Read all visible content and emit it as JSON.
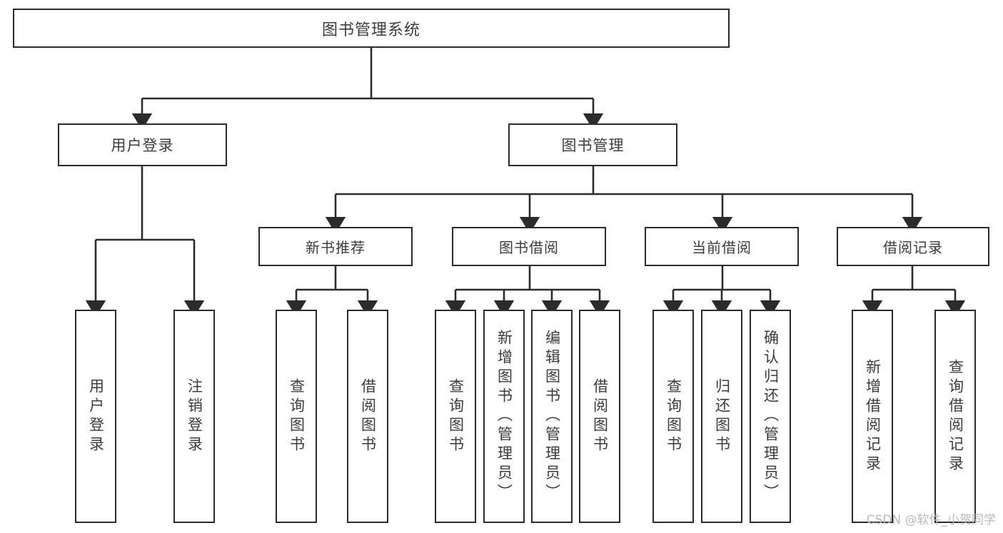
{
  "diagram": {
    "title": "图书管理系统",
    "type": "tree",
    "watermark": "CSDN @软件_小贺同学",
    "colors": {
      "stroke": "#2b2b2b",
      "text": "#3c3c3c",
      "background": "#ffffff",
      "watermark": "#b9b9b9"
    },
    "nodes": {
      "root": {
        "label": "图书管理系统",
        "level": 0
      },
      "l1": [
        {
          "id": "user-login",
          "label": "用户登录",
          "level": 1
        },
        {
          "id": "book-manage",
          "label": "图书管理",
          "level": 1
        }
      ],
      "l2": [
        {
          "id": "new-book-recommend",
          "label": "新书推荐",
          "level": 2,
          "parent": "book-manage"
        },
        {
          "id": "book-borrow",
          "label": "图书借阅",
          "level": 2,
          "parent": "book-manage"
        },
        {
          "id": "current-borrow",
          "label": "当前借阅",
          "level": 2,
          "parent": "book-manage"
        },
        {
          "id": "borrow-record",
          "label": "借阅记录",
          "level": 2,
          "parent": "borrow-record"
        }
      ],
      "leaves": [
        {
          "id": "leaf-user-login",
          "label": "用户登录",
          "parent": "user-login"
        },
        {
          "id": "leaf-logout",
          "label": "注销登录",
          "parent": "user-login"
        },
        {
          "id": "leaf-query-book-1",
          "label": "查询图书",
          "parent": "new-book-recommend"
        },
        {
          "id": "leaf-borrow-book-1",
          "label": "借阅图书",
          "parent": "new-book-recommend"
        },
        {
          "id": "leaf-query-book-2",
          "label": "查询图书",
          "parent": "book-borrow"
        },
        {
          "id": "leaf-add-book",
          "label": "新增图书（管理员）",
          "parent": "book-borrow"
        },
        {
          "id": "leaf-edit-book",
          "label": "编辑图书（管理员）",
          "parent": "book-borrow"
        },
        {
          "id": "leaf-borrow-book-2",
          "label": "借阅图书",
          "parent": "book-borrow"
        },
        {
          "id": "leaf-query-book-3",
          "label": "查询图书",
          "parent": "current-borrow"
        },
        {
          "id": "leaf-return-book",
          "label": "归还图书",
          "parent": "current-borrow"
        },
        {
          "id": "leaf-confirm-return",
          "label": "确认归还（管理员）",
          "parent": "current-borrow"
        },
        {
          "id": "leaf-add-record",
          "label": "新增借阅记录",
          "parent": "borrow-record"
        },
        {
          "id": "leaf-query-record",
          "label": "查询借阅记录",
          "parent": "borrow-record"
        }
      ]
    }
  }
}
